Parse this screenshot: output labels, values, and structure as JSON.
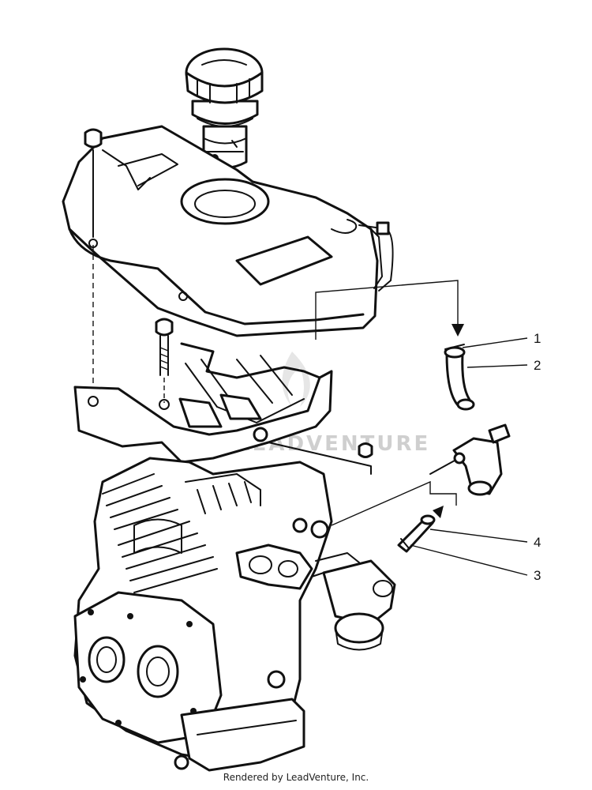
{
  "diagram": {
    "callouts": [
      {
        "label": "1"
      },
      {
        "label": "2"
      },
      {
        "label": "4"
      },
      {
        "label": "3"
      }
    ],
    "watermark_text": "LEADVENTURE",
    "credit": "Rendered by LeadVenture, Inc."
  }
}
